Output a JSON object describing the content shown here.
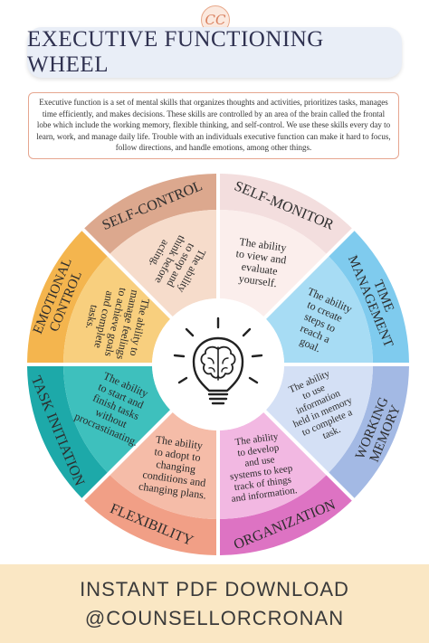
{
  "logo": {
    "icon": "monogram-icon",
    "letters": "CC"
  },
  "title": "EXECUTIVE FUNCTIONING WHEEL",
  "description": "Executive function is a set of mental skills that organizes thoughts and activities, prioritizes tasks, manages time efficiently, and makes decisions. These skills are controlled by an area of the brain called the frontal lobe which include the working memory, flexible thinking, and self-control. We use these skills every day to learn, work, and manage daily life. Trouble with an individuals executive function can make it hard to focus, follow directions, and handle emotions, among other things.",
  "center_icon": "brain-lightbulb-icon",
  "segments": [
    {
      "label": "SELF-MONITOR",
      "lines": [
        "The ability",
        "to view and",
        "evaluate",
        "yourself."
      ],
      "outer": "#f3dede",
      "inner": "#fbeeec"
    },
    {
      "label": "TIME MANAGEMENT",
      "label_lines": [
        "TIME",
        "MANAGEMENT"
      ],
      "lines": [
        "The ability",
        "to create",
        "steps to",
        "reach a",
        "goal."
      ],
      "outer": "#7fcbee",
      "inner": "#a7dcf4"
    },
    {
      "label": "WORKING MEMORY",
      "label_lines": [
        "WORKING",
        "MEMORY"
      ],
      "lines": [
        "The ability",
        "to use",
        "information",
        "held in memory",
        "to complete a",
        "task."
      ],
      "outer": "#a3b9e4",
      "inner": "#d4e0f5"
    },
    {
      "label": "ORGANIZATION",
      "lines": [
        "The ability",
        "to develop",
        "and use",
        "systems to keep",
        "track of things",
        "and information."
      ],
      "outer": "#dd73c3",
      "inner": "#f2b8e2"
    },
    {
      "label": "FLEXIBILITY",
      "lines": [
        "The ability",
        "to adopt to",
        "changing",
        "conditions and",
        "changing plans."
      ],
      "outer": "#f19f86",
      "inner": "#f5bca8"
    },
    {
      "label": "TASK INITIATION",
      "lines": [
        "The ability",
        "to start and",
        "finish tasks",
        "without",
        "procrastinating."
      ],
      "outer": "#1da9a9",
      "inner": "#3ec0bd"
    },
    {
      "label": "EMOTIONAL CONTROL",
      "label_lines": [
        "EMOTIONAL",
        "CONTROL"
      ],
      "lines": [
        "The ability to",
        "manage feelings",
        "to achieve goals",
        "and complete",
        "tasks."
      ],
      "outer": "#f4b54e",
      "inner": "#f8cf7e"
    },
    {
      "label": "SELF-CONTROL",
      "lines": [
        "The ability",
        "to stop and",
        "think before",
        "acting."
      ],
      "outer": "#dca88e",
      "inner": "#f6dccb"
    }
  ],
  "footer": {
    "line1": "INSTANT PDF DOWNLOAD",
    "line2": "@COUNSELLORCRONAN"
  }
}
